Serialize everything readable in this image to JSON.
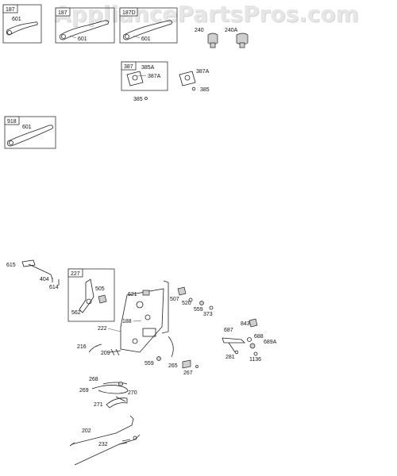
{
  "watermark": "AppliancePartsPros.com",
  "boxes": {
    "b187": {
      "tag": "187",
      "part": "601"
    },
    "b187b": {
      "tag": "187",
      "part": "601"
    },
    "b187d": {
      "tag": "187D",
      "part": "601"
    },
    "b387": {
      "tag": "387",
      "a": "385A",
      "b": "387A"
    },
    "b918": {
      "tag": "918",
      "part": "601"
    },
    "b227": {
      "tag": "227",
      "a": "505",
      "b": "562"
    }
  },
  "labels": {
    "p240": "240",
    "p240a": "240A",
    "p385": "385",
    "p387a": "387A",
    "p385b": "385",
    "p615": "615",
    "p404": "404",
    "p614": "614",
    "p621": "621",
    "p507": "507",
    "p520": "520",
    "p559a": "559",
    "p373": "373",
    "p188": "188",
    "p222": "222",
    "p216": "216",
    "p209": "209",
    "p559b": "559",
    "p265": "265",
    "p267": "267",
    "p843": "843",
    "p687": "687",
    "p688": "688",
    "p689a": "689A",
    "p281": "281",
    "p1136": "1136",
    "p268": "268",
    "p269": "269",
    "p270": "270",
    "p271": "271",
    "p202": "202",
    "p232": "232"
  }
}
